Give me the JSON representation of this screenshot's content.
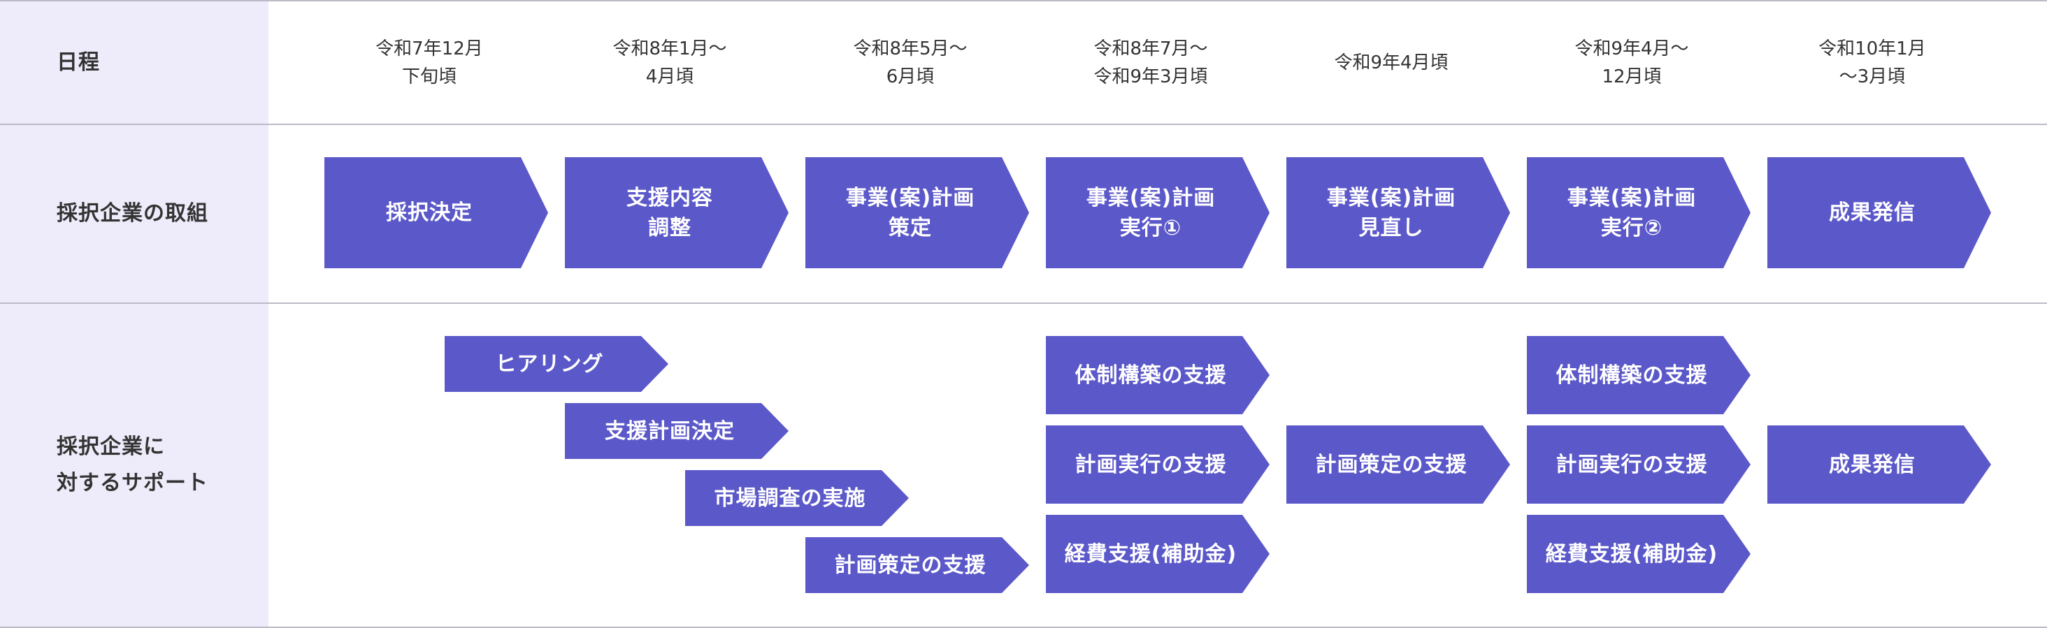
{
  "colors": {
    "accent": "#5B58C9",
    "label_bg": "#EEEBFA",
    "border": "#BCBAC6",
    "text": "#333333",
    "on_accent": "#FFFFFF"
  },
  "schedule": {
    "label": "日程",
    "dates": [
      "令和7年12月\n下旬頃",
      "令和8年1月～\n4月頃",
      "令和8年5月～\n6月頃",
      "令和8年7月～\n令和9年3月頃",
      "令和9年4月頃",
      "令和9年4月～\n12月頃",
      "令和10年1月\n～3月頃"
    ]
  },
  "company_actions": {
    "label": "採択企業の取組",
    "steps": [
      "採択決定",
      "支援内容\n調整",
      "事業(案)計画\n策定",
      "事業(案)計画\n実行①",
      "事業(案)計画\n見直し",
      "事業(案)計画\n実行②",
      "成果発信"
    ]
  },
  "support": {
    "label": "採択企業に\n対するサポート",
    "initial_steps": [
      "ヒアリング",
      "支援計画決定",
      "市場調査の実施",
      "計画策定の支援"
    ],
    "execution_1": [
      "体制構築の支援",
      "計画実行の支援",
      "経費支援(補助金)"
    ],
    "review": [
      "計画策定の支援"
    ],
    "execution_2": [
      "体制構築の支援",
      "計画実行の支援",
      "経費支援(補助金)"
    ],
    "dissemination": [
      "成果発信"
    ]
  }
}
